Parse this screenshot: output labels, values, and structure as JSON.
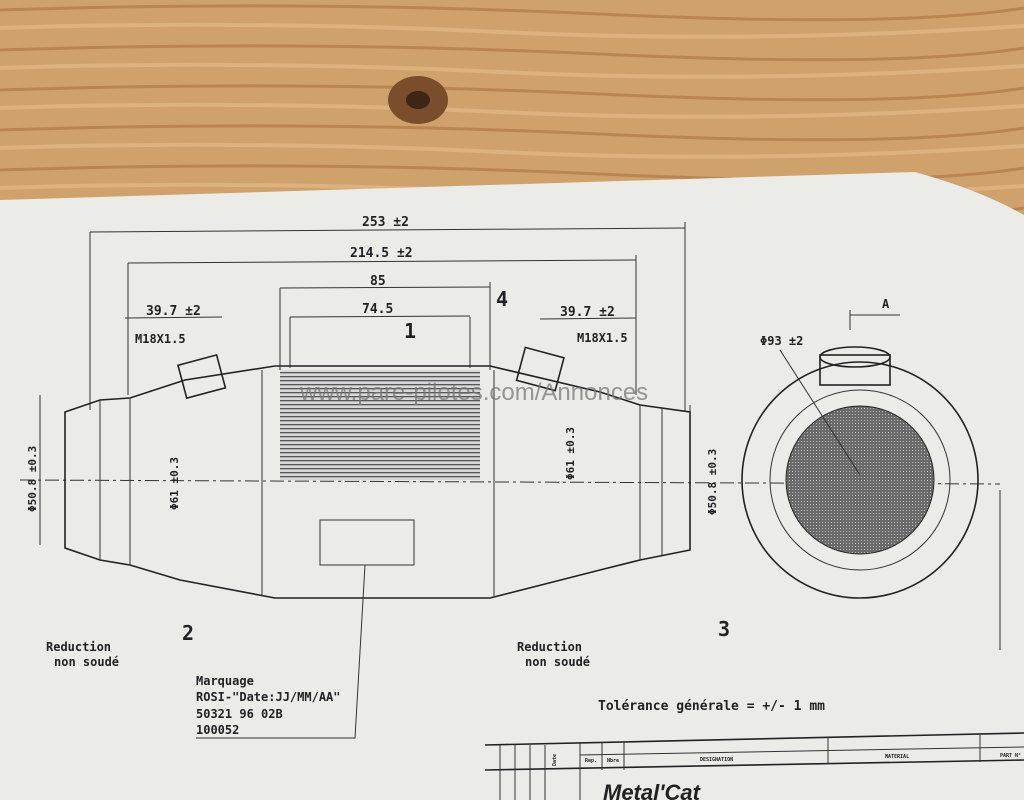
{
  "dimensions": {
    "overall": "253 ±2",
    "inner": "214.5 ±2",
    "body": "85",
    "core": "74.5",
    "left_offset": "39.7 ±2",
    "right_offset": "39.7 ±2",
    "thread_left": "M18X1.5",
    "thread_right": "M18X1.5",
    "dia_left_pipe": "Φ50.8 ±0.3",
    "dia_left_cone": "Φ61 ±0.3",
    "dia_right_cone": "Φ61 ±0.3",
    "dia_right_pipe": "Φ50.8 ±0.3",
    "dia_body": "Φ93 ±2",
    "section": "A"
  },
  "callouts": [
    "1",
    "2",
    "3",
    "4"
  ],
  "notes": {
    "left_reduction": [
      "Reduction",
      "non soudé"
    ],
    "right_reduction": [
      "Reduction",
      "non soudé"
    ],
    "marking": [
      "Marquage",
      "ROSI-\"Date:JJ/MM/AA\"",
      "50321 96 02B",
      "100052"
    ],
    "tolerance": "Tolérance générale = +/- 1 mm"
  },
  "title_block": {
    "rep": "Rep.",
    "nbre": "Nbre",
    "designation": "DESIGNATION",
    "material": "MATERIAL",
    "part": "PART N°",
    "date": "Date",
    "logo": "Metal'Cat"
  },
  "watermark": "www.pare-pilotes.com/Annonces"
}
